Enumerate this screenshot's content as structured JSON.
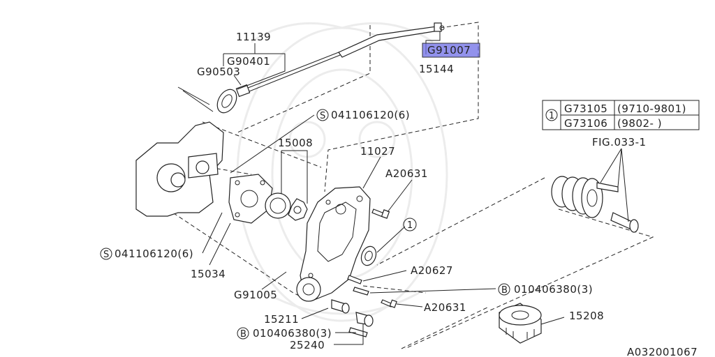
{
  "callouts": {
    "dipstick_assembly": "11139",
    "dipstick_guide": "G90401",
    "oring_dipstick": "G90503",
    "oring_highlight": "G91007",
    "gauge_guide": "15144",
    "bolt_top": "041106120(6)",
    "oil_pump_rotor": "15008",
    "oil_pump_assembly": "11027",
    "bolt_a20631_top": "A20631",
    "bolt_left": "041106120(6)",
    "gasket": "15034",
    "seal": "G91005",
    "relief_valve": "15211",
    "bolt_bottom": "010406380(3)",
    "plug": "25240",
    "bolt_a20627": "A20627",
    "bolt_right": "010406380(3)",
    "bolt_a20631_bottom": "A20631",
    "oil_filter": "15208",
    "fig_ref": "FIG.033-1",
    "diagram_id": "A032001067"
  },
  "legend": {
    "circle_marker": "1",
    "s_marker": "S",
    "b_marker": "B",
    "rows": [
      {
        "part": "G73105",
        "period": "(9710-9801)"
      },
      {
        "part": "G73106",
        "period": "(9802-      )"
      }
    ]
  },
  "markers": {
    "circle_one": "1"
  },
  "colors": {
    "highlight": "#6e6ee6",
    "line": "#222222"
  }
}
